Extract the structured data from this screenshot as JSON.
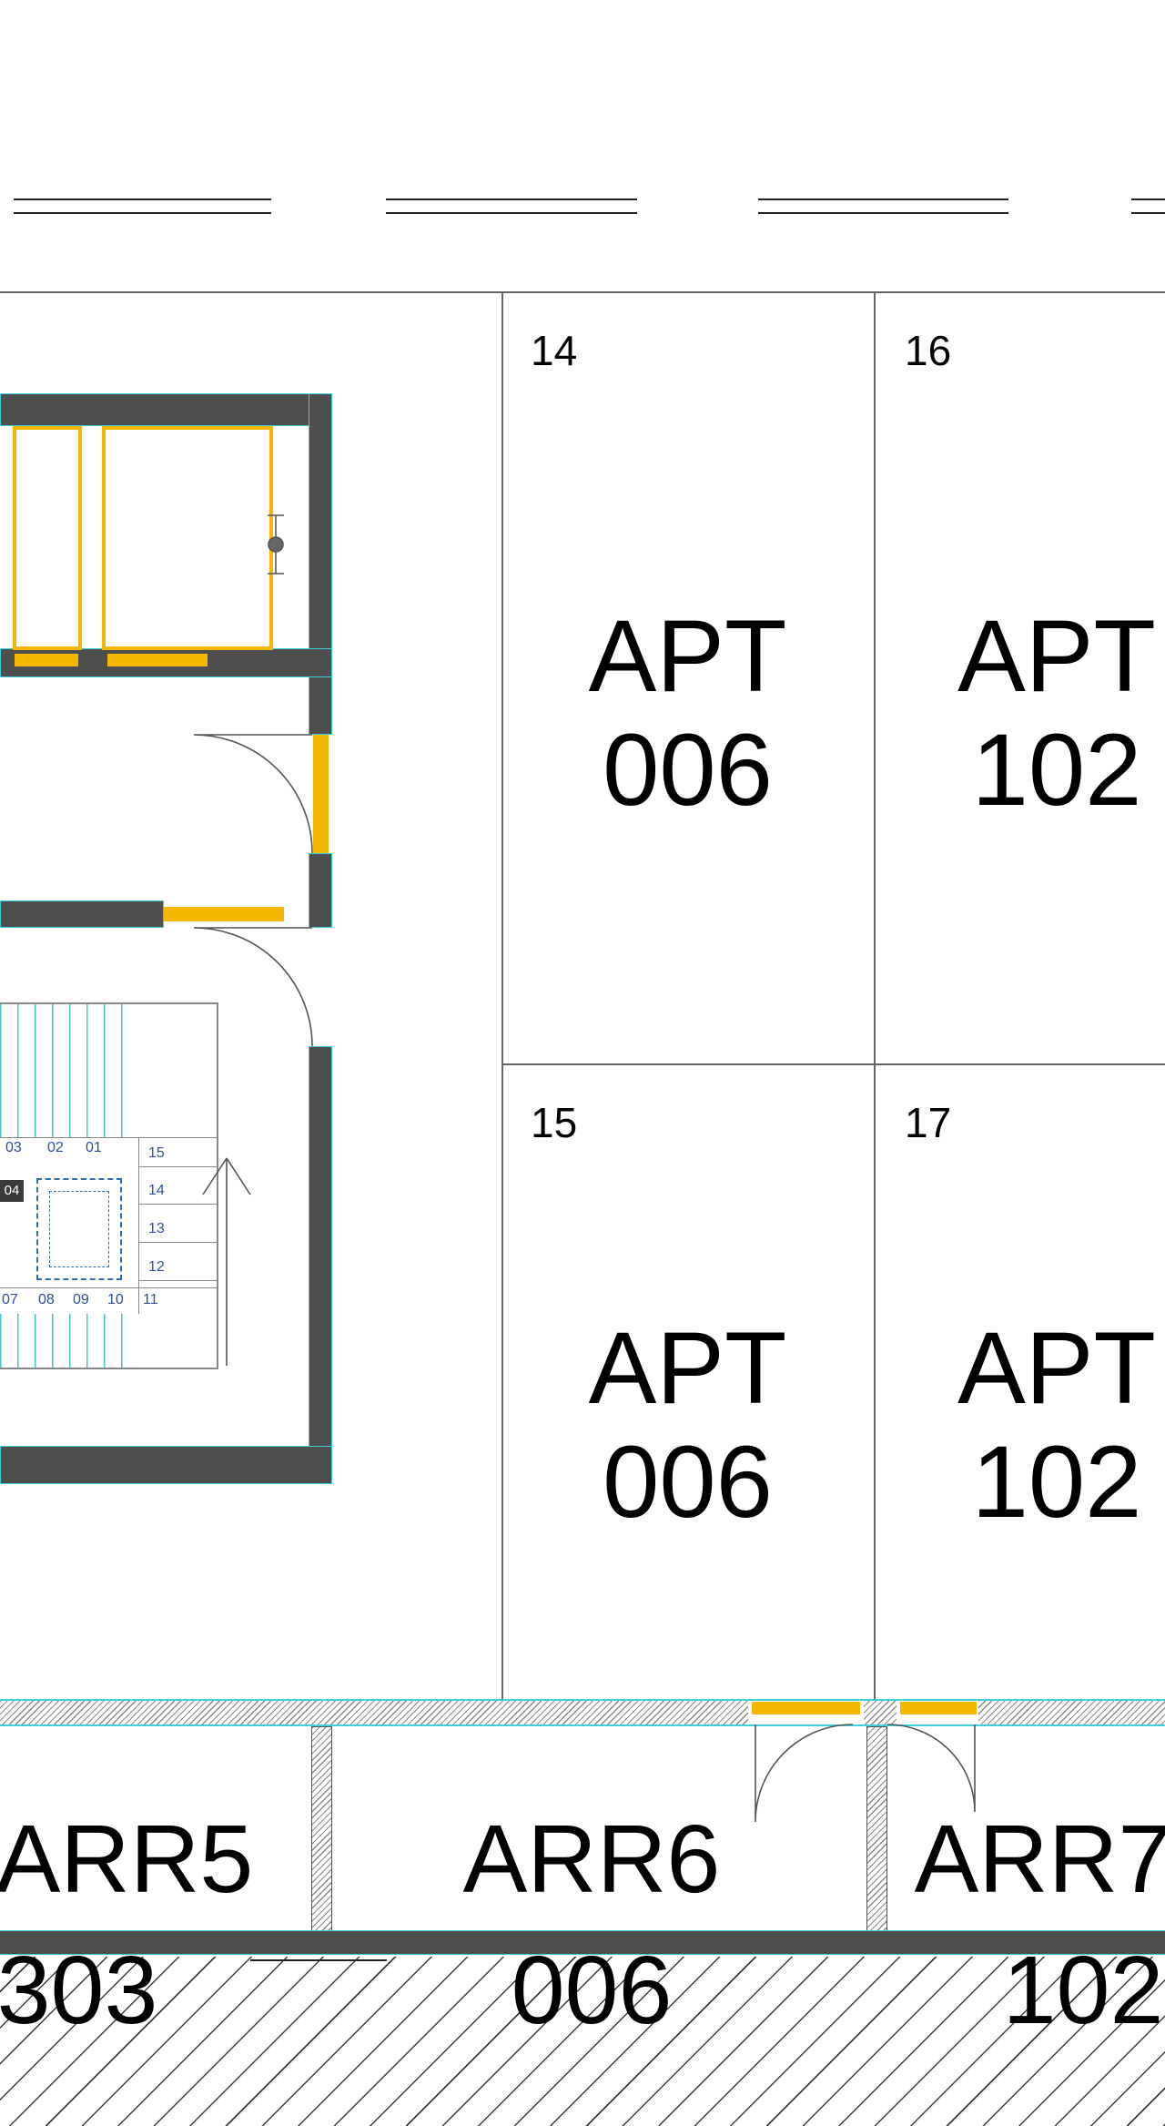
{
  "drawing": {
    "upper_units": {
      "unit_14": {
        "zone": "14",
        "name": "APT",
        "number": "006"
      },
      "unit_16": {
        "zone": "16",
        "name": "APT",
        "number": "102"
      },
      "unit_15": {
        "zone": "15",
        "name": "APT",
        "number": "006"
      },
      "unit_17": {
        "zone": "17",
        "name": "APT",
        "number": "102"
      }
    },
    "storage_rooms": {
      "arr5": {
        "name": "ARR5",
        "number": "303"
      },
      "arr6": {
        "name": "ARR6",
        "number": "006"
      },
      "arr7": {
        "name": "ARR7",
        "number": "102"
      }
    },
    "stairwell": {
      "highlighted_step": "04",
      "top_row": [
        "03",
        "02",
        "01"
      ],
      "winder_steps": [
        "15",
        "14",
        "13",
        "12"
      ],
      "bottom_row": [
        "07",
        "08",
        "09",
        "10",
        "11"
      ]
    },
    "colors": {
      "wall_fill": "#4e4e4e",
      "outline_cyan": "#3ecfd8",
      "joinery_yellow": "#f5b800",
      "stair_text_blue": "#2d4f9e"
    }
  }
}
